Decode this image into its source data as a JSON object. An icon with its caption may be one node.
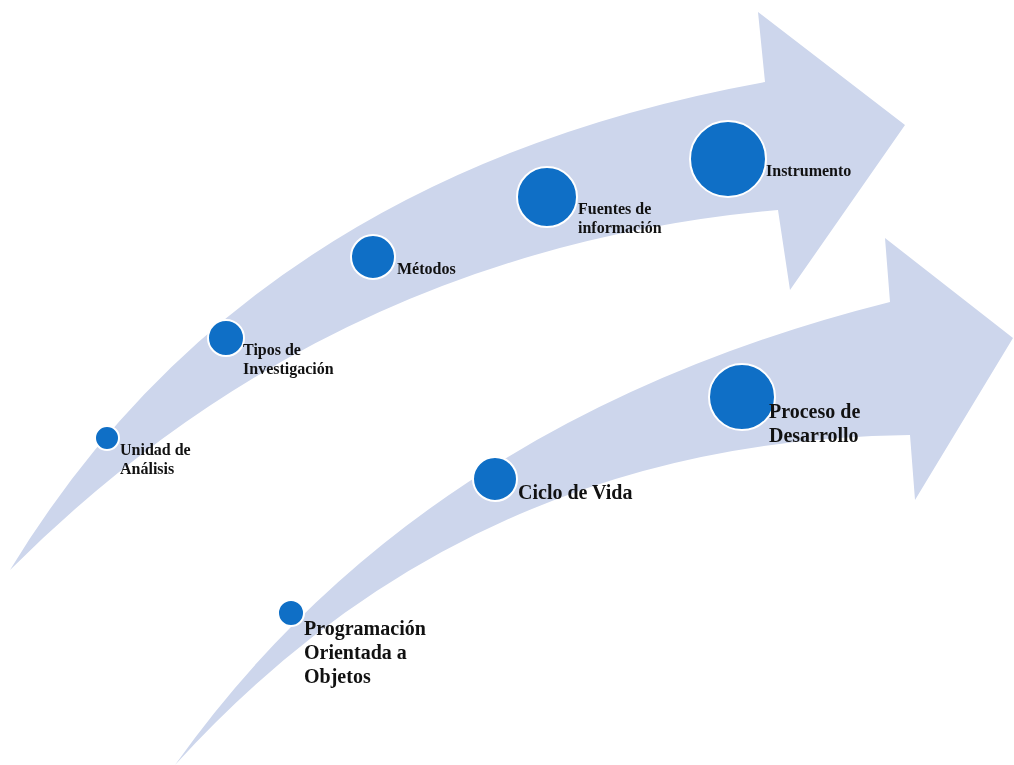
{
  "diagram": {
    "nodes": [
      {
        "text": [],
        "shape": "arrow"
      },
      {
        "text": [],
        "shape": "circle",
        "in": 0,
        "beside": [
          "Unidad de Análisis"
        ]
      },
      {
        "text": [],
        "shape": "circle",
        "in": 0,
        "beside": [
          "Tipos de Investigación"
        ]
      },
      {
        "text": [],
        "shape": "circle",
        "in": 0,
        "beside": [
          "Métodos"
        ]
      },
      {
        "text": [],
        "shape": "circle",
        "in": 0,
        "beside": [
          "Fuentes de información"
        ]
      },
      {
        "text": [],
        "shape": "circle",
        "in": 0,
        "beside": [
          "Instrumento"
        ]
      },
      {
        "text": [],
        "shape": "arrow"
      },
      {
        "text": [],
        "shape": "circle",
        "in": 6,
        "beside": [
          "Programación Orientada a Objetos"
        ]
      },
      {
        "text": [],
        "shape": "circle",
        "in": 6,
        "beside": [
          "Ciclo de Vida"
        ]
      },
      {
        "text": [],
        "shape": "circle",
        "in": 6,
        "beside": [
          "Proceso de Desarrollo"
        ]
      }
    ]
  }
}
